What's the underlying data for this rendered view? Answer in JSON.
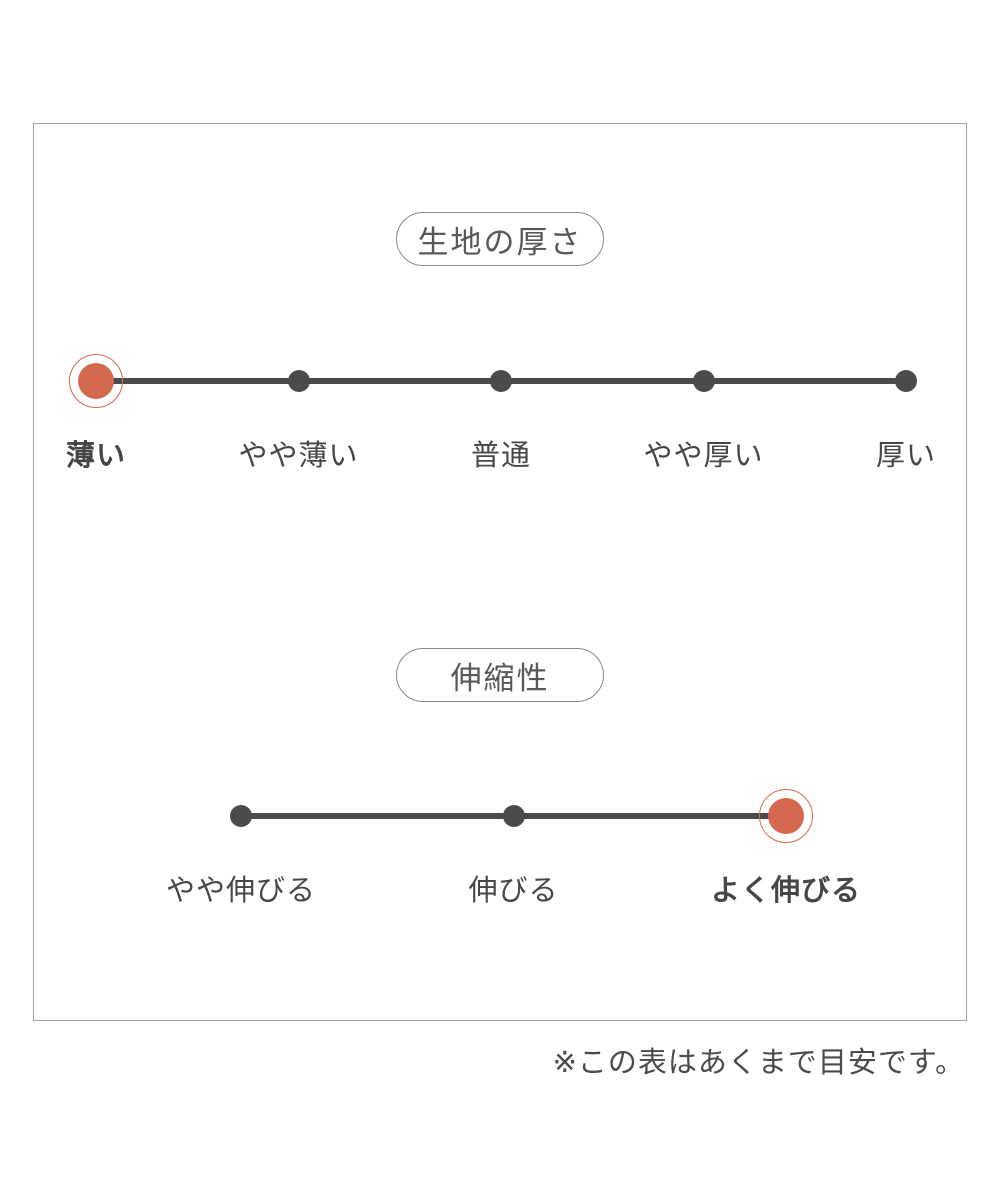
{
  "panel": {
    "scales": [
      {
        "title": "生地の厚さ",
        "categories": [
          "薄い",
          "やや薄い",
          "普通",
          "やや厚い",
          "厚い"
        ],
        "selected_index": 0,
        "selected_label": "薄い"
      },
      {
        "title": "伸縮性",
        "categories": [
          "やや伸びる",
          "伸びる",
          "よく伸びる"
        ],
        "selected_index": 2,
        "selected_label": "よく伸びる"
      }
    ]
  },
  "note": "※この表はあくまで目安です。",
  "colors": {
    "accent": "#d5694f",
    "line": "#4b4b4b",
    "text": "#464646",
    "frame_border": "#a5a5a5",
    "pill_border": "#8a8a8a"
  }
}
